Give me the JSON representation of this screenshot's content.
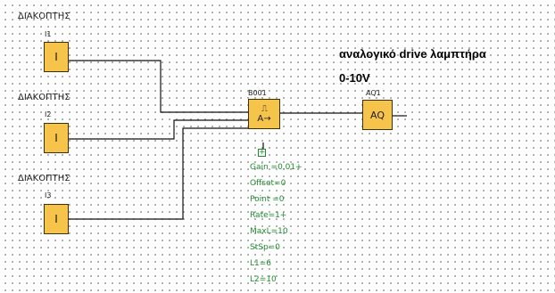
{
  "switch_inputs": [
    {
      "group_label": "ΔΙΑΚΟΠΤΗΣ",
      "tag": "I1",
      "symbol": "I"
    },
    {
      "group_label": "ΔΙΑΚΟΠΤΗΣ",
      "tag": "I2",
      "symbol": "I"
    },
    {
      "group_label": "ΔΙΑΚΟΠΤΗΣ",
      "tag": "I3",
      "symbol": "I"
    }
  ],
  "amplifier": {
    "tag": "B001",
    "wave_symbol": "⎍",
    "arrow_symbol": "A→",
    "expand_symbol": "+"
  },
  "output": {
    "tag": "AQ1",
    "symbol": "AQ"
  },
  "annotation": {
    "line1": "αναλογικό drive λαμπτήρα",
    "line2": "0-10V"
  },
  "parameters": [
    "Gain =0.01+",
    "Offset=0",
    "Point =0",
    "Rate=1+",
    "MaxL=10",
    "StSp=0",
    "L1=6",
    "L2=10"
  ],
  "colors": {
    "block_fill": "#f6c44a",
    "parameter_text": "#1f8a2e",
    "grid_dots": "#9a9a9a"
  }
}
